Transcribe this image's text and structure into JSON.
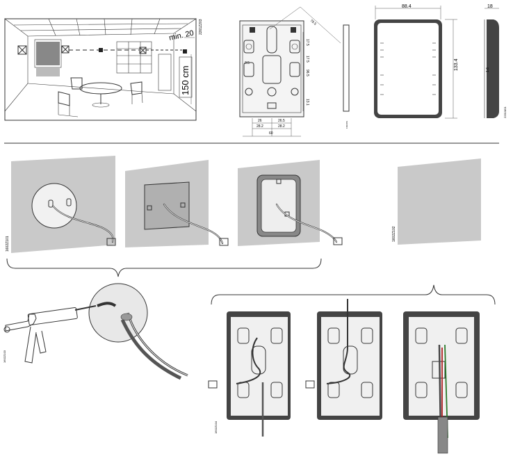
{
  "room": {
    "drawing_code": "2261Z203",
    "min_label": "min. 20",
    "height_label": "150 cm"
  },
  "backplate": {
    "drawing_code": "1S0Z0S",
    "dims": {
      "diag": "78.5",
      "r1": "17.5",
      "r2": "17.5",
      "r3": "96.5",
      "r4": "13.1",
      "r5": "3.5",
      "b_left": "26",
      "b_right": "26.5",
      "b2_left": "28.2",
      "b2_right": "28.2",
      "bottom": "60"
    }
  },
  "device": {
    "width": "88.4",
    "height": "133.4",
    "depth": "18",
    "small_dim": "1.6",
    "drawing_code": "2261M01"
  },
  "steps": {
    "code_left": "1602Z101",
    "code_right": "1602Z102"
  },
  "sealing": {
    "code": "1602Z103"
  },
  "mounting": {
    "code": "1602Z104"
  }
}
